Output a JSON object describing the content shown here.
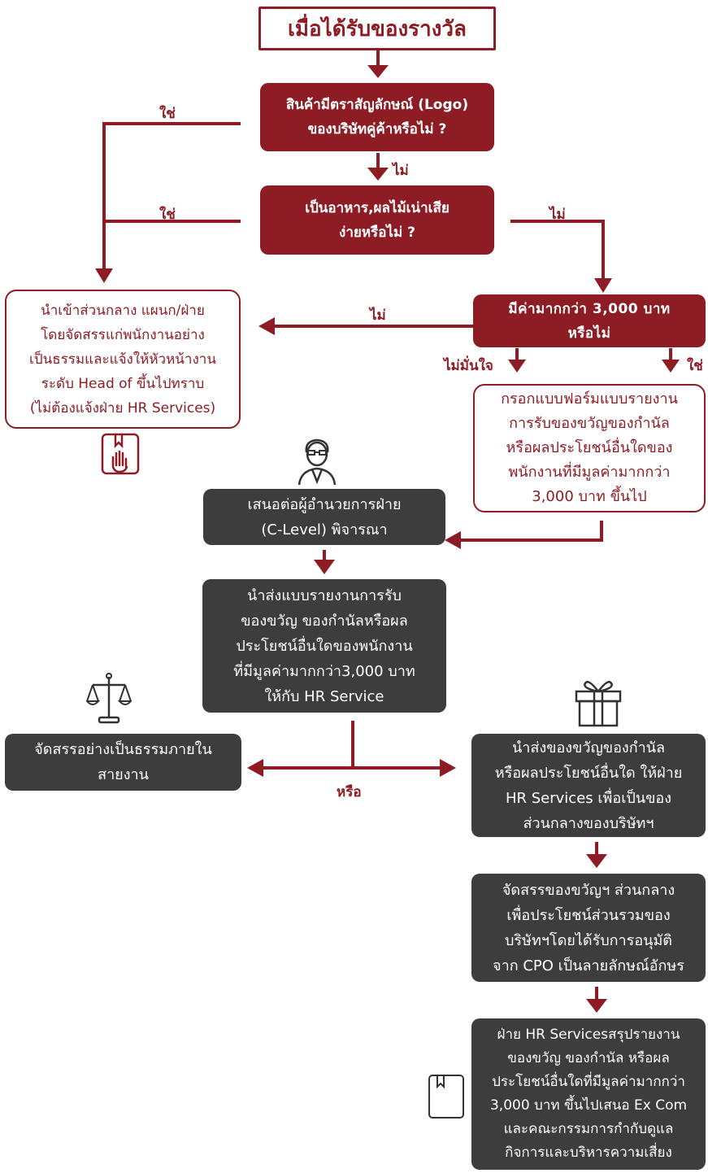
{
  "title": "เมื่อได้รับของรางวัล",
  "nodes": {
    "q_logo": "สินค้ามีตราสัญลักษณ์ (Logo)\nของบริษัทคู่ค้าหรือไม่ ?",
    "q_food": "เป็นอาหาร,ผลไม้เน่าเสีย\nง่ายหรือไม่ ?",
    "q_value": "มีค่ามากกว่า 3,000 บาท\nหรือไม่",
    "central": "นำเข้าส่วนกลาง แผนก/ฝ่าย\nโดยจัดสรรแก่พนักงานอย่าง\nเป็นธรรมและแจ้งให้หัวหน้างาน\nระดับ Head of ขึ้นไปทราบ\n(ไม่ต้องแจ้งฝ่าย HR Services)",
    "form": "กรอกแบบฟอร์มแบบรายงาน\nการรับของขวัญของกำนัล\nหรือผลประโยชน์อื่นใดของ\nพนักงานที่มีมูลค่ามากกว่า\n3,000 บาท ขึ้นไป",
    "propose": "เสนอต่อผู้อำนวยการฝ่าย\n(C-Level) พิจารณา",
    "submit_report": "นำส่งแบบรายงานการรับ\nของขวัญ ของกำนัลหรือผล\nประโยชน์อื่นใดของพนักงาน\nที่มีมูลค่ามากกว่า3,000 บาท\nให้กับ HR Service",
    "fair_alloc": "จัดสรรอย่างเป็นธรรมภายใน\nสายงาน",
    "submit_gift": "นำส่งของขวัญของกำนัล\nหรือผลประโยชน์อื่นใด ให้ฝ่าย\nHR Services เพื่อเป็นของ\nส่วนกลางของบริษัทฯ",
    "alloc_central": "จัดสรรของขวัญฯ ส่วนกลาง\nเพื่อประโยชน์ส่วนรวมของ\nบริษัทฯโดยได้รับการอนุมัติ\nจาก CPO เป็นลายลักษณ์อักษร",
    "summary": "ฝ่าย HR Servicesสรุปรายงาน\nของขวัญ ของกำนัล หรือผล\nประโยชน์อื่นใดที่มีมูลค่ามากกว่า\n3,000 บาท ขึ้นไปเสนอ Ex Com\nและคณะกรรมการกำกับดูแล\nกิจการและบริหารความเสี่ยง"
  },
  "labels": {
    "yes_logo": "ใช่",
    "no_logo": "ไม่",
    "yes_food": "ใช่",
    "no_food": "ไม่",
    "no_value": "ไม่",
    "unsure": "ไม่มั่นใจ",
    "yes_value": "ใช่",
    "or": "หรือ"
  },
  "icons": [
    "stop-hand-book-icon",
    "executive-person-icon",
    "scales-icon",
    "gift-box-icon",
    "book-icon"
  ],
  "colors": {
    "accent": "#8d1c24",
    "dark_box": "#3d3d3d"
  }
}
